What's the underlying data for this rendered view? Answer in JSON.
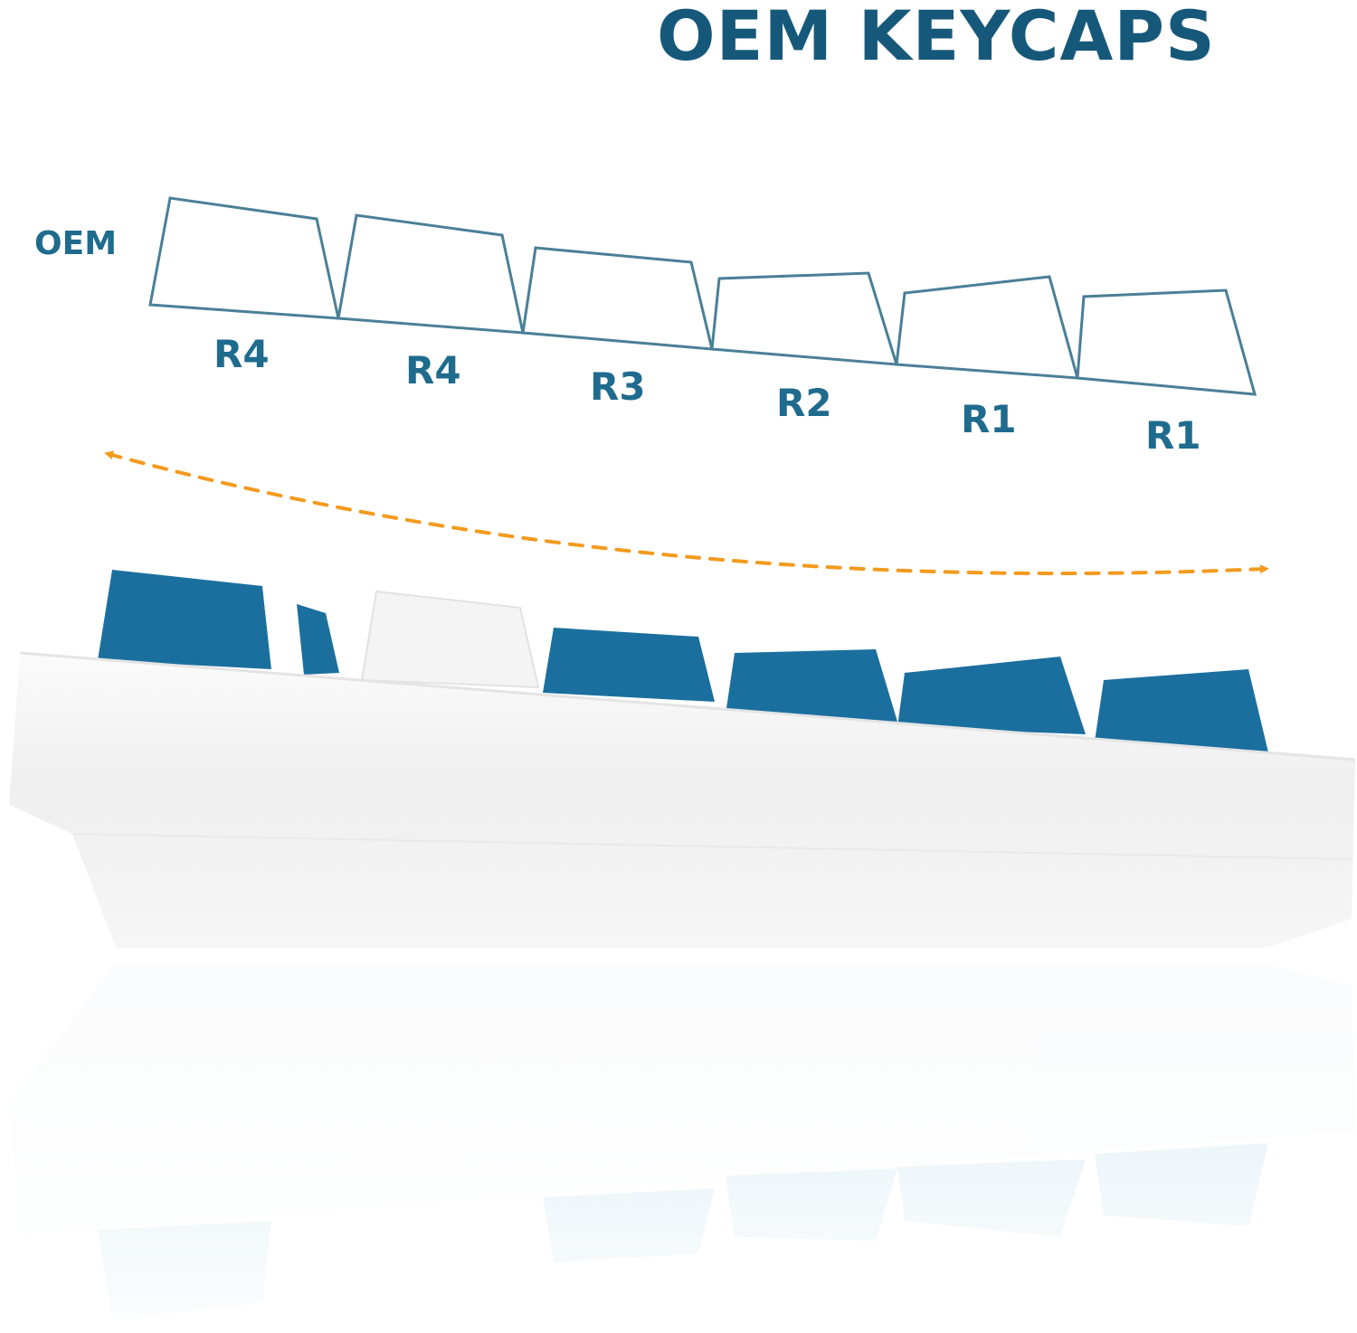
{
  "header": {
    "title": "OEM KEYCAPS"
  },
  "diagram": {
    "profile_label": "OEM",
    "row_labels": [
      "R4",
      "R4",
      "R3",
      "R2",
      "R1",
      "R1"
    ],
    "colors": {
      "title": "#16587a",
      "outline": "#4a7f98",
      "label": "#1f6b8e",
      "arrow": "#f39a1e",
      "keycap_blue": "#1b6f9e",
      "keyboard_case": "#f2f3f4"
    }
  }
}
